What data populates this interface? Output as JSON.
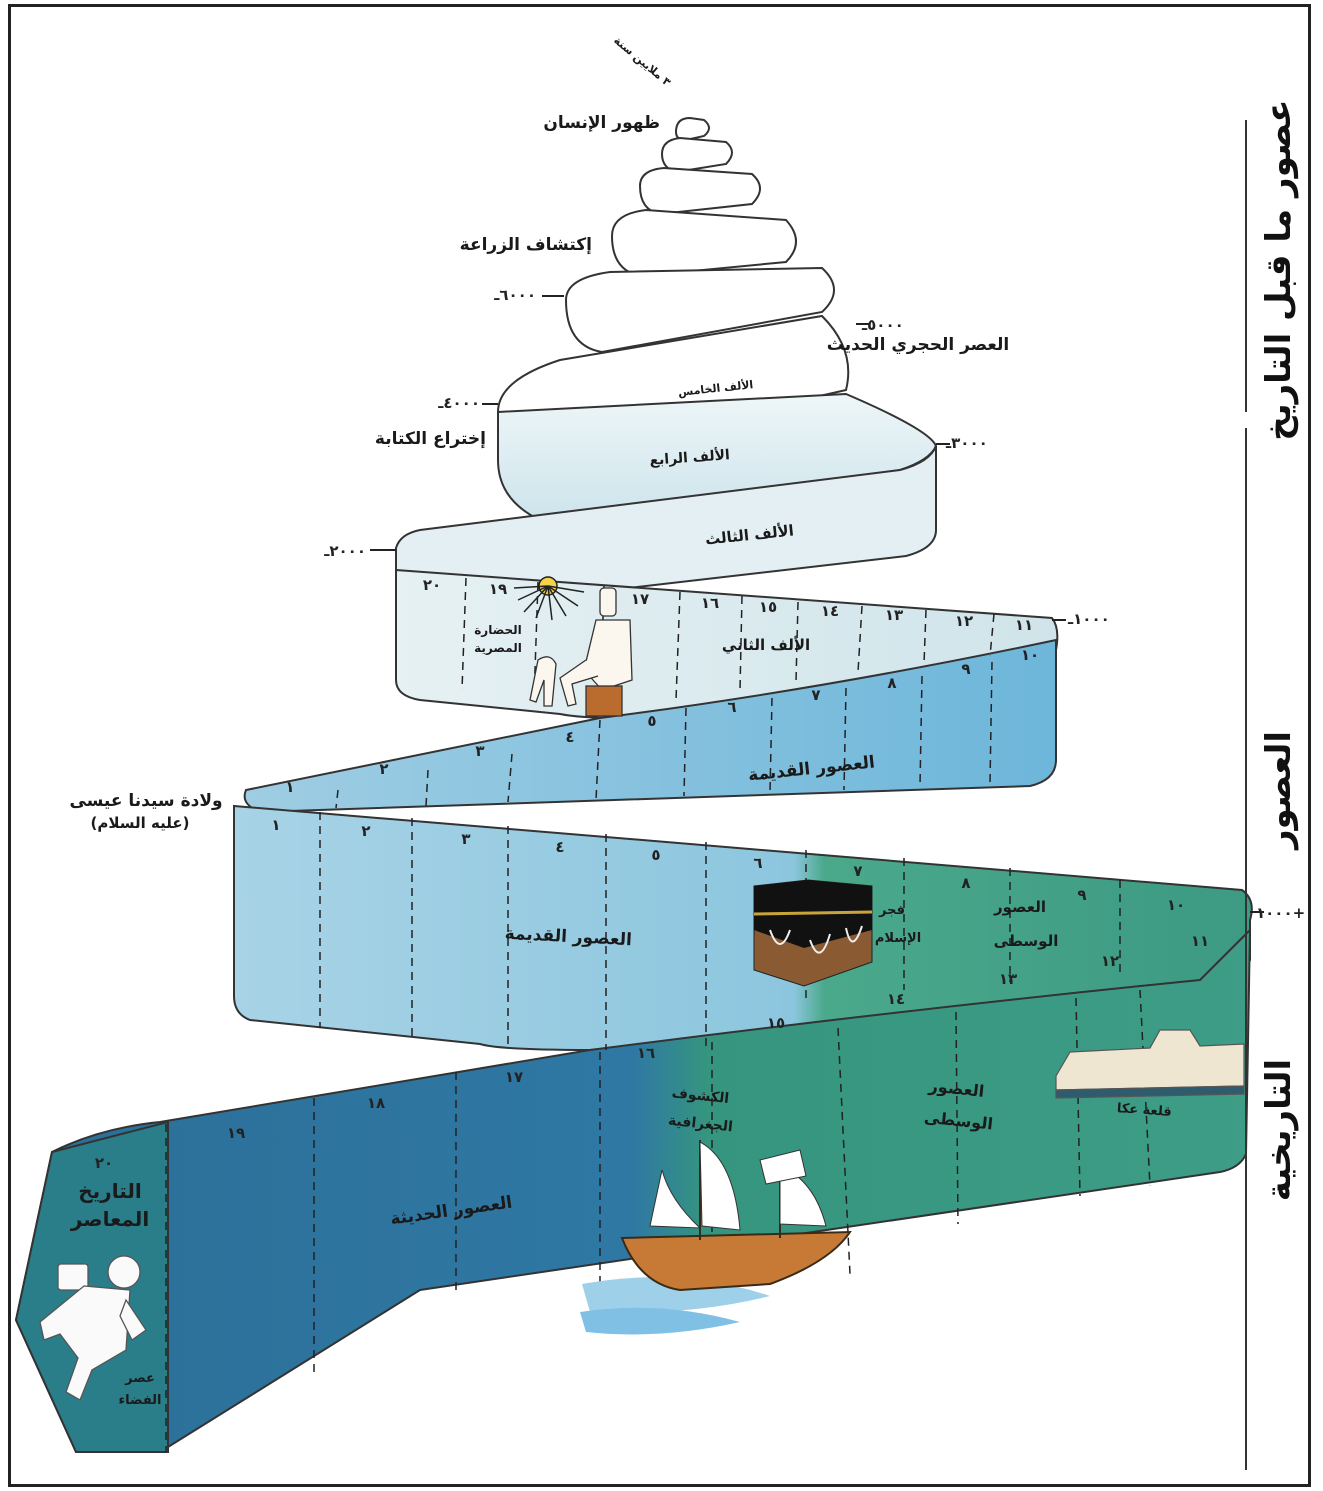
{
  "colors": {
    "paper": "#ffffff",
    "band_white": "#ffffff",
    "band_pale": "#dcebee",
    "band_light_blue": "#a9d3e6",
    "band_blue": "#6fb8dc",
    "band_green": "#3f9a80",
    "band_dark_blue": "#2e6f9a",
    "band_teal": "#2a8a85",
    "outline": "#333333"
  },
  "top_note": "٣ ملايين سنة",
  "side_labels": {
    "prehistory": "عصور ما قبل التاريخ",
    "eras": "العصور",
    "historical": "التاريخية"
  },
  "milestones": {
    "human_appearance": "ظهور الإنسان",
    "agriculture": "إكتشاف الزراعة",
    "neolithic": "العصر الحجري الحديث",
    "writing": "إختراع الكتابة",
    "jesus_birth_line1": "ولادة سيدنا عيسى",
    "jesus_birth_line2": "(عليه السلام)"
  },
  "year_marks": {
    "y6000": "٦٠٠٠ـ",
    "y5000": "٥٠٠٠ـ",
    "y4000": "٤٠٠٠ـ",
    "y3000": "٣٠٠٠ـ",
    "y2000": "٢٠٠٠ـ",
    "y1000": "١٠٠٠ـ",
    "y1000_ad": "١٠٠٠+"
  },
  "millennia": {
    "fifth": "الألف الخامس",
    "fourth": "الألف الرابع",
    "third": "الألف الثالث",
    "second": "الألف الثاني"
  },
  "eras": {
    "egyptian_civ_line1": "الحضارة",
    "egyptian_civ_line2": "المصرية",
    "ancient_bc": "العصور القديمة",
    "ancient_ad": "العصور القديمة",
    "islam_dawn_line1": "فجر",
    "islam_dawn_line2": "الإسلام",
    "middle_ages_a_line1": "العصور",
    "middle_ages_a_line2": "الوسطى",
    "middle_ages_b_line1": "العصور",
    "middle_ages_b_line2": "الوسطى",
    "discoveries_line1": "الكشوف",
    "discoveries_line2": "الجغرافية",
    "modern": "العصور الحديثة",
    "contemporary_line1": "التاريخ",
    "contemporary_line2": "المعاصر",
    "space_age_line1": "عصر",
    "space_age_line2": "الفضاء",
    "acre_fortress": "قلعة عكا"
  },
  "centuries": {
    "bc_upper": [
      "٢٠",
      "١٩",
      "١٧",
      "١٦",
      "١٥",
      "١٤",
      "١٣",
      "١٢",
      "١١"
    ],
    "bc_lower": [
      "١٠",
      "٩",
      "٨",
      "٧",
      "٦",
      "٥",
      "٤",
      "٣",
      "٢",
      "١"
    ],
    "ad_upper": [
      "١",
      "٢",
      "٣",
      "٤",
      "٥",
      "٦",
      "٧",
      "٨",
      "٩",
      "١٠"
    ],
    "ad_mid": [
      "١١",
      "١٢",
      "١٣",
      "١٤",
      "١٥"
    ],
    "ad_lower": [
      "١٦",
      "١٧",
      "١٨",
      "١٩",
      "٢٠"
    ]
  }
}
